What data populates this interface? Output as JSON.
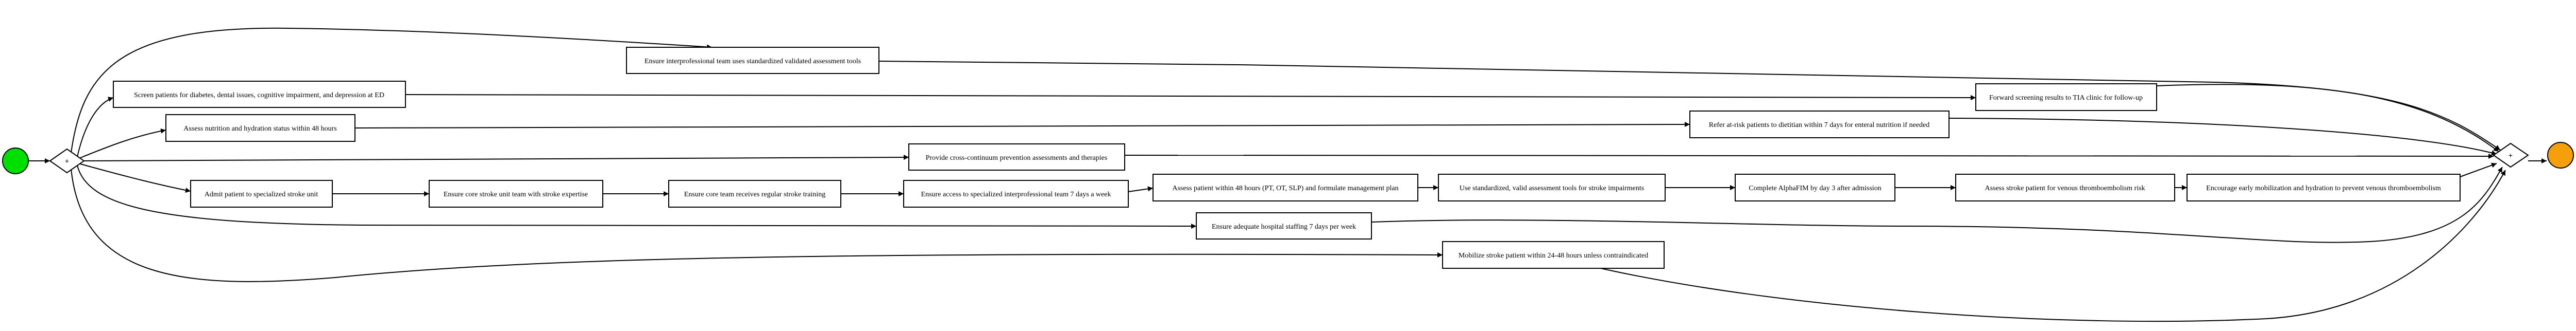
{
  "process": {
    "start_event": {
      "color": "#00e000"
    },
    "end_event": {
      "color": "#f5a00a"
    },
    "split_gateway": {
      "symbol": "+"
    },
    "join_gateway": {
      "symbol": "+"
    },
    "tasks": [
      {
        "id": "t1",
        "label": "Ensure interprofessional team uses standardized validated assessment tools"
      },
      {
        "id": "t2",
        "label": "Screen patients for diabetes, dental issues, cognitive impairment, and depression at ED"
      },
      {
        "id": "t3",
        "label": "Forward screening results to TIA clinic for follow-up"
      },
      {
        "id": "t4",
        "label": "Assess nutrition and hydration status within 48 hours"
      },
      {
        "id": "t5",
        "label": "Refer at-risk patients to dietitian within 7 days for enteral nutrition if needed"
      },
      {
        "id": "t6",
        "label": "Provide cross-continuum prevention assessments and therapies"
      },
      {
        "id": "t7",
        "label": "Admit patient to specialized stroke unit"
      },
      {
        "id": "t8",
        "label": "Ensure core stroke unit team with stroke expertise"
      },
      {
        "id": "t9",
        "label": "Ensure core team receives regular stroke training"
      },
      {
        "id": "t10",
        "label": "Ensure access to specialized interprofessional team 7 days a week"
      },
      {
        "id": "t11",
        "label": "Assess patient within 48 hours (PT, OT, SLP) and formulate management plan"
      },
      {
        "id": "t12",
        "label": "Use standardized, valid assessment tools for stroke impairments"
      },
      {
        "id": "t13",
        "label": "Complete AlphaFIM by day 3 after admission"
      },
      {
        "id": "t14",
        "label": "Assess stroke patient for venous thromboembolism risk"
      },
      {
        "id": "t15",
        "label": "Encourage early mobilization and hydration to prevent venous thromboembolism"
      },
      {
        "id": "t16",
        "label": "Ensure adequate hospital staffing 7 days per week"
      },
      {
        "id": "t17",
        "label": "Mobilize stroke patient within 24-48 hours unless contraindicated"
      }
    ]
  }
}
